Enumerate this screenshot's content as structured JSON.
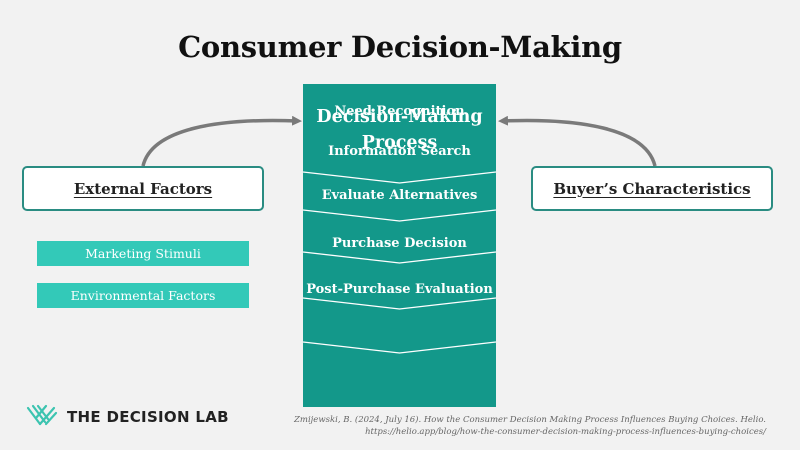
{
  "title": "Consumer Decision-Making",
  "external_factors": {
    "label": "External Factors",
    "stimuli": [
      "Marketing Stimuli",
      "Environmental Factors"
    ]
  },
  "buyer_characteristics": {
    "label": "Buyer’s Characteristics"
  },
  "process": {
    "title": "Decision-Making\nProcess",
    "steps": [
      "Need Recognition",
      "Information Search",
      "Evaluate Alternatives",
      "Purchase Decision",
      "Post-Purchase Evaluation"
    ]
  },
  "brand": {
    "name": "THE DECISION LAB"
  },
  "citation": {
    "line1": "Zmijewski, B. (2024, July 16). How the Consumer Decision Making Process Influences Buying Choices. Helio.",
    "line2": "https://helio.app/blog/how-the-consumer-decision-making-process-influences-buying-choices/"
  },
  "colors": {
    "process_fill": "#13988a",
    "chevron_line": "#ffffff",
    "stimulus_fill": "#33c9b8",
    "box_border": "#2a8c82",
    "arrow": "#7a7a7a"
  }
}
